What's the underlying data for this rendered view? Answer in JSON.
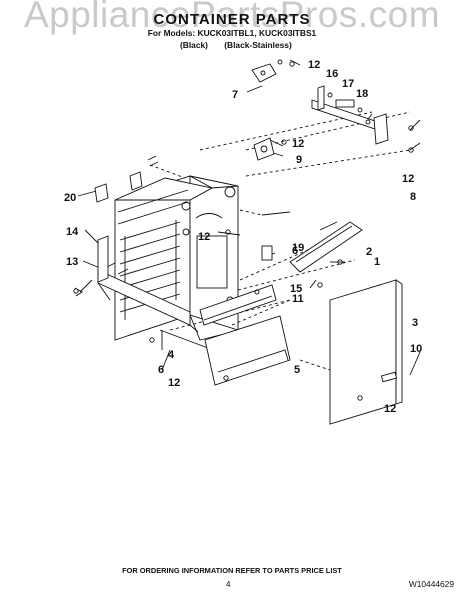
{
  "watermark": "AppliancePartsPros.com",
  "header": {
    "title": "CONTAINER PARTS",
    "models": "For Models: KUCK03ITBL1, KUCK03ITBS1",
    "variant_black": "(Black)",
    "variant_stainless": "(Black-Stainless)"
  },
  "callouts": {
    "c1": "1",
    "c2": "2",
    "c3": "3",
    "c4": "4",
    "c5": "5",
    "c6a": "6",
    "c6b": "6",
    "c7": "7",
    "c8": "8",
    "c9": "9",
    "c10": "10",
    "c11": "11",
    "c12a": "12",
    "c12b": "12",
    "c12c": "12",
    "c12d": "12",
    "c12e": "12",
    "c12f": "12",
    "c13": "13",
    "c14": "14",
    "c15": "15",
    "c16": "16",
    "c17": "17",
    "c18": "18",
    "c19": "19",
    "c20": "20"
  },
  "footer": {
    "note": "FOR ORDERING INFORMATION REFER TO PARTS PRICE LIST",
    "page": "4",
    "doc_id": "W10444629"
  }
}
